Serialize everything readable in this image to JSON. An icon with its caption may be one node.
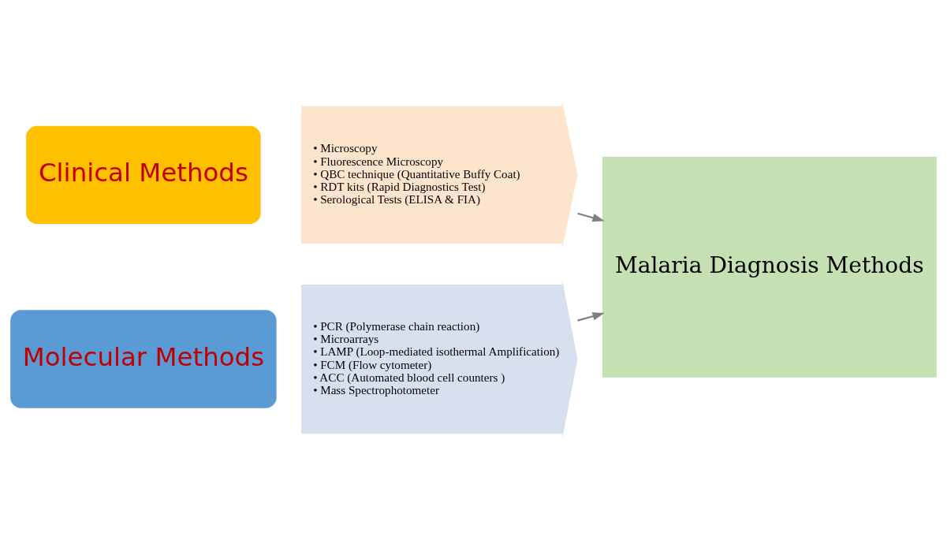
{
  "diagram": {
    "nodes": [
      {
        "text": [
          "Clinical Methods"
        ]
      },
      {
        "text": [
          "• Microscopy",
          "• Fluorescence Microscopy",
          "• QBC technique (Quantitative Buffy Coat)",
          "• RDT kits (Rapid Diagnostics Test)",
          "• Serological Tests (ELISA & FIA)"
        ]
      },
      {
        "text": [
          "Molecular Methods"
        ]
      },
      {
        "text": [
          "• PCR (Polymerase chain reaction)",
          "• Microarrays",
          "• LAMP (Loop-mediated isothermal Amplification)",
          "• FCM (Flow cytometer)",
          "• ACC (Automated blood cell counters )",
          "• Mass Spectrophotometer"
        ]
      },
      {
        "text": [
          "Malaria Diagnosis Methods"
        ]
      }
    ],
    "edges": [
      {
        "from": 1,
        "to": 4,
        "arrow": "to"
      },
      {
        "from": 3,
        "to": 4,
        "arrow": "to"
      }
    ]
  }
}
